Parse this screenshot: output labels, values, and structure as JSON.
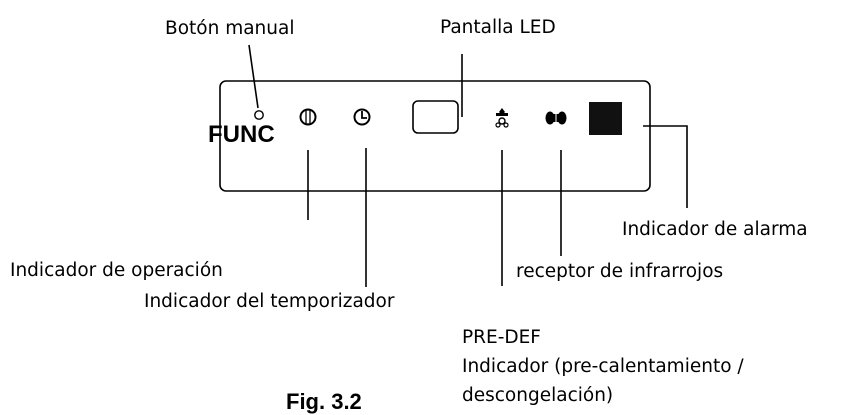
{
  "panel": {
    "func_label": "FUNC"
  },
  "labels": {
    "manual_button": "Botón manual",
    "led_display": "Pantalla LED",
    "alarm_indicator": "Indicador de alarma",
    "operation_indicator": "Indicador de operación",
    "infrared_receiver": "receptor de infrarrojos",
    "timer_indicator": "Indicador del temporizador",
    "predef_line1": "PRE-DEF",
    "predef_line2": "Indicador (pre-calentamiento /",
    "predef_line3": "descongelación)"
  },
  "figure_caption": "Fig. 3.2"
}
